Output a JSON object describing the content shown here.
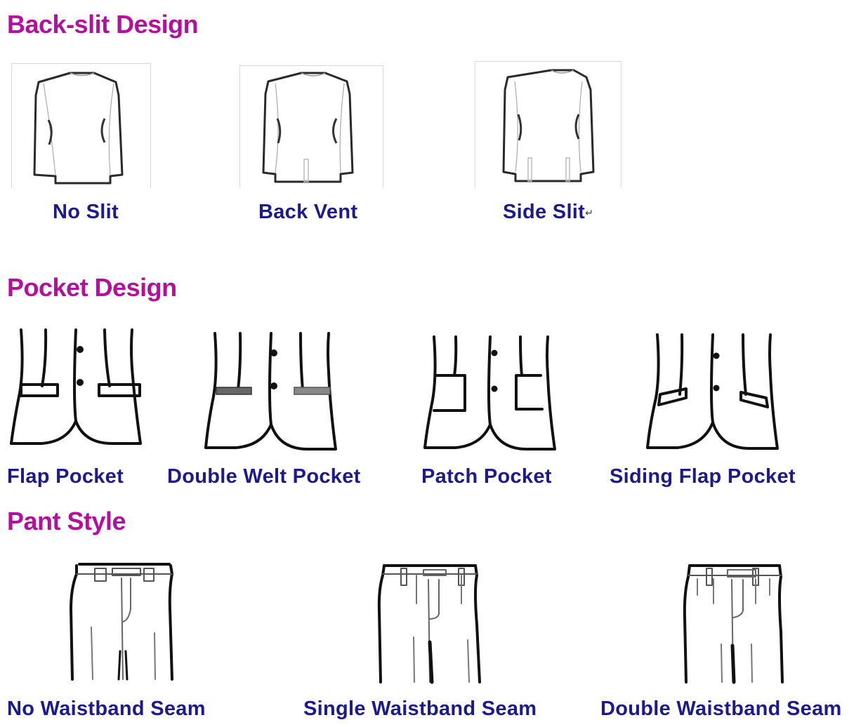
{
  "sections": {
    "back_slit": {
      "title": "Back-slit Design",
      "items": [
        {
          "label": "No Slit",
          "icon": "jacket-back-no-slit-icon"
        },
        {
          "label": "Back Vent",
          "icon": "jacket-back-center-vent-icon"
        },
        {
          "label": "Side Slit",
          "icon": "jacket-back-side-vents-icon",
          "suffix": "↵"
        }
      ]
    },
    "pocket": {
      "title": "Pocket Design",
      "items": [
        {
          "label": "Flap Pocket",
          "icon": "flap-pocket-icon"
        },
        {
          "label": "Double Welt Pocket",
          "icon": "double-welt-pocket-icon"
        },
        {
          "label": "Patch Pocket",
          "icon": "patch-pocket-icon"
        },
        {
          "label": "Siding Flap Pocket",
          "icon": "slanted-flap-pocket-icon"
        }
      ]
    },
    "pant": {
      "title": "Pant Style",
      "items": [
        {
          "label": "No Waistband Seam",
          "icon": "pants-no-waistband-seam-icon"
        },
        {
          "label": "Single Waistband Seam",
          "icon": "pants-single-waistband-seam-icon"
        },
        {
          "label": "Double Waistband Seam",
          "icon": "pants-double-waistband-seam-icon"
        }
      ]
    }
  },
  "colors": {
    "heading": "#b4109e",
    "label": "#1c1a8c",
    "line": "#1a1a1a"
  }
}
